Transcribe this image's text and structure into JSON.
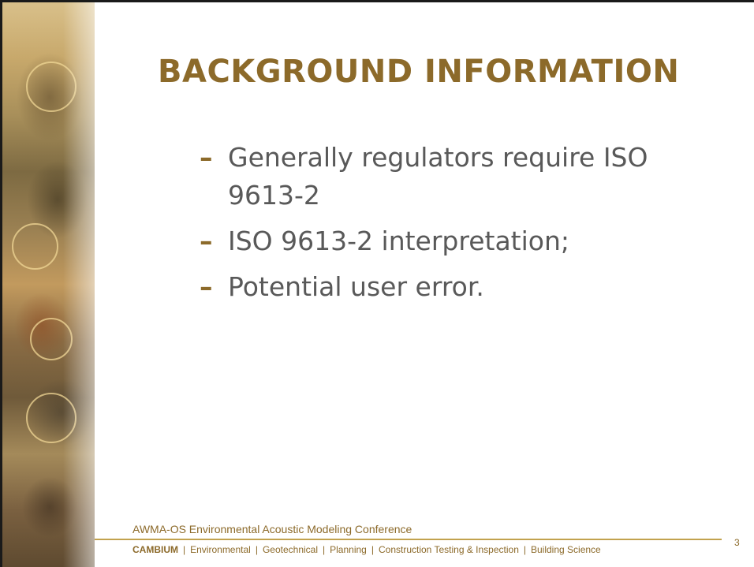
{
  "slide": {
    "title": "BACKGROUND INFORMATION",
    "bullet_marker": "–",
    "bullets": [
      "Generally regulators require ISO 9613-2",
      "ISO 9613-2 interpretation;",
      "Potential user error."
    ]
  },
  "footer": {
    "conference": "AWMA-OS Environmental Acoustic Modeling Conference",
    "separator": "|",
    "brand": "CAMBIUM",
    "services": [
      "Environmental",
      "Geotechnical",
      "Planning",
      "Construction Testing & Inspection",
      "Building Science"
    ],
    "page_number": "3"
  },
  "colors": {
    "accent": "#8c6a2a",
    "body_text": "#595959",
    "rule": "#c2a24e"
  }
}
